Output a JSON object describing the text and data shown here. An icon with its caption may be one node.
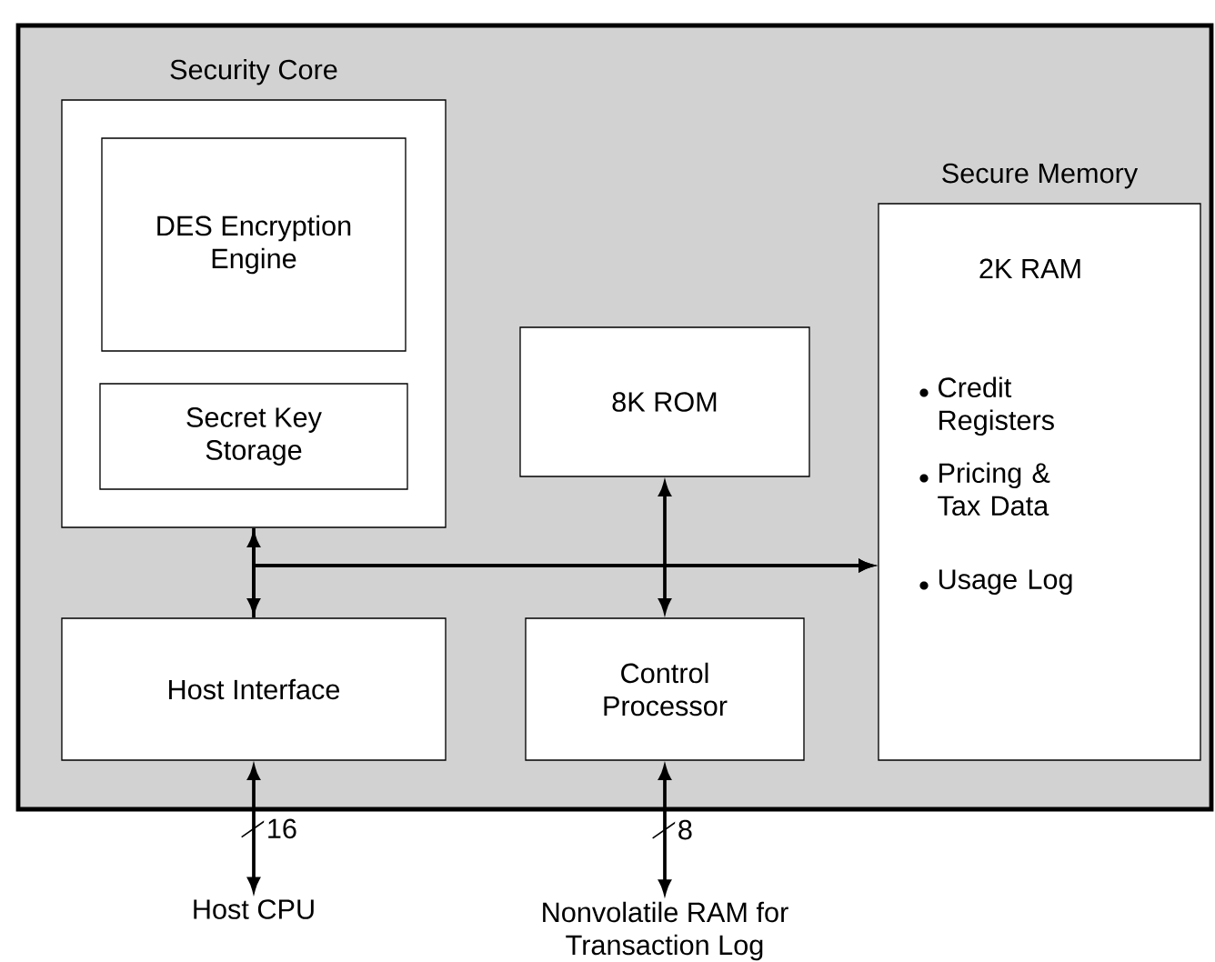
{
  "diagram": {
    "nodes": [
      {
        "text": [],
        "shape": "box"
      },
      {
        "text": [
          "Security Core"
        ],
        "in": 0
      },
      {
        "text": [
          "DES Encryption Engine"
        ],
        "in": 1
      },
      {
        "text": [
          "Secret Key Storage"
        ],
        "in": 1
      },
      {
        "text": [
          "8K ROM"
        ],
        "in": 0
      },
      {
        "text": [
          "Secure Memory",
          "2K RAM",
          "Credit Registers",
          "Pricing & Tax Data",
          "Usage Log"
        ],
        "in": 0
      },
      {
        "text": [
          "Host Interface"
        ],
        "in": 0
      },
      {
        "text": [
          "Control Processor"
        ],
        "in": 0
      },
      {
        "text": [
          "Host CPU"
        ]
      },
      {
        "text": [
          "Nonvolatile RAM for Transaction Log"
        ]
      }
    ],
    "edges": [
      {
        "from": 1,
        "to": 6,
        "arrow": "both"
      },
      {
        "from": 1,
        "to": 5,
        "arrow": "to"
      },
      {
        "from": 6,
        "to": 5,
        "arrow": "to"
      },
      {
        "from": 4,
        "to": 7,
        "arrow": "both"
      },
      {
        "from": 6,
        "to": 8,
        "arrow": "both",
        "label": "16"
      },
      {
        "from": 7,
        "to": 9,
        "arrow": "both",
        "label": "8"
      }
    ]
  }
}
